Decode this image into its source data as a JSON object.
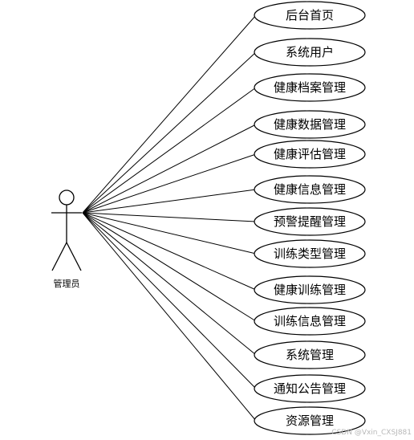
{
  "actor": {
    "label": "管理员"
  },
  "use_cases": [
    {
      "label": "后台首页"
    },
    {
      "label": "系统用户"
    },
    {
      "label": "健康档案管理"
    },
    {
      "label": "健康数据管理"
    },
    {
      "label": "健康评估管理"
    },
    {
      "label": "健康信息管理"
    },
    {
      "label": "预警提醒管理"
    },
    {
      "label": "训练类型管理"
    },
    {
      "label": "健康训练管理"
    },
    {
      "label": "训练信息管理"
    },
    {
      "label": "系统管理"
    },
    {
      "label": "通知公告管理"
    },
    {
      "label": "资源管理"
    }
  ],
  "watermark": "CSDN @Vxin_CXSJ881",
  "colors": {
    "stroke": "#000000",
    "background": "#ffffff",
    "watermark": "#b8b8b8"
  }
}
